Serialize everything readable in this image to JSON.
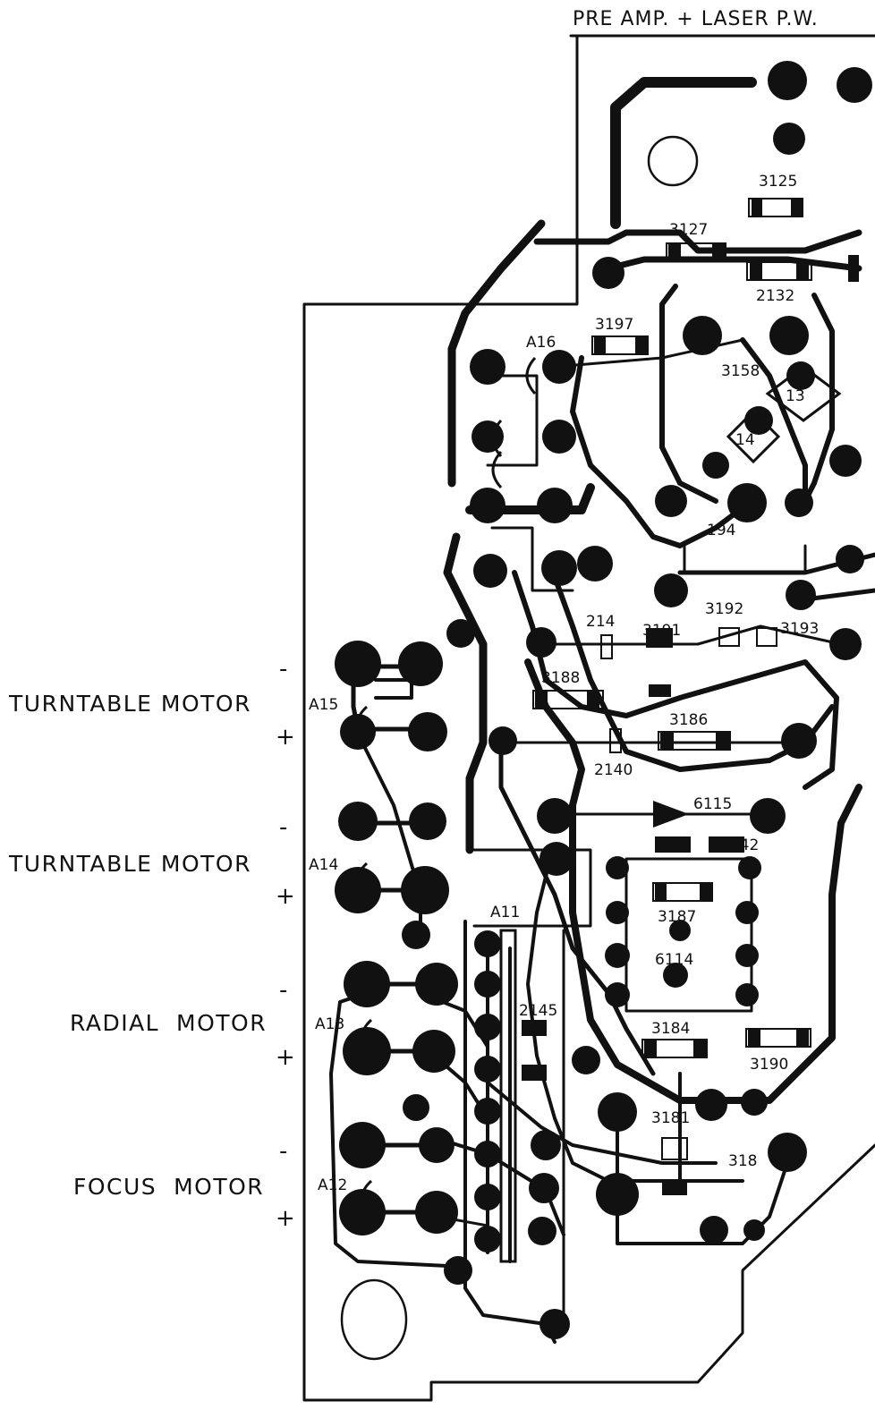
{
  "header": {
    "title": "PRE AMP. + LASER P.W."
  },
  "connectors": [
    {
      "name": "TURNTABLE MOTOR",
      "id": "A15",
      "minus": "-",
      "plus": "+"
    },
    {
      "name": "TURNTABLE MOTOR",
      "id": "A14",
      "minus": "-",
      "plus": "+"
    },
    {
      "name": "RADIAL  MOTOR",
      "id": "A13",
      "minus": "-",
      "plus": "+"
    },
    {
      "name": "FOCUS  MOTOR",
      "id": "A12",
      "minus": "-",
      "plus": "+"
    }
  ],
  "component_labels": {
    "c3125": "3125",
    "c3127": "3127",
    "c2132": "2132",
    "c3197": "3197",
    "a16": "A16",
    "c3158": "3158",
    "c13": "13",
    "c14": "14",
    "c3194": "194",
    "c214": "214",
    "c3191": "3191",
    "c3192": "3192",
    "c3193": "3193",
    "c3188": "3188",
    "c3186": "3186",
    "c2140": "2140",
    "c6115": "6115",
    "c2142": "2142",
    "a11": "A11",
    "c3187": "3187",
    "c6114": "6114",
    "c2145": "2145",
    "c3184": "3184",
    "c3190": "3190",
    "c3181": "3181",
    "c3185": "318"
  }
}
